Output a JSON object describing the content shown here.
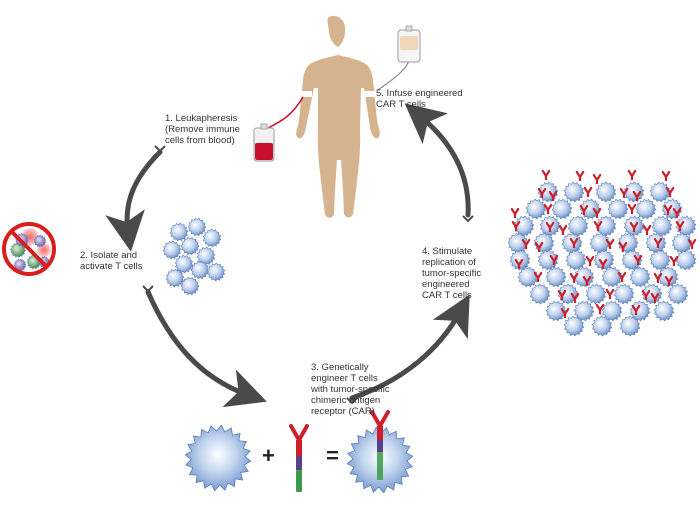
{
  "steps": [
    {
      "lines": [
        "1. Leukapheresis",
        "(Remove immune",
        "cells from blood)"
      ]
    },
    {
      "lines": [
        "2. Isolate and",
        "activate T cells"
      ]
    },
    {
      "lines": [
        "3. Genetically",
        "engineer T cells",
        "with tumor-specific",
        "chimeric antigen",
        "receptor (CAR)"
      ]
    },
    {
      "lines": [
        "4. Stimulate",
        "replication of",
        "tumor-specific",
        "engineered",
        "CAR T cells"
      ]
    },
    {
      "lines": [
        "5. Infuse engineered",
        "CAR T cells"
      ]
    }
  ],
  "equation": {
    "plus": "+",
    "equals": "="
  },
  "icons": [
    "human-figure",
    "blood-bag",
    "infusion-bag",
    "prohibited-cells",
    "t-cell",
    "car-receptor",
    "car-t-cell",
    "cycle-arrow"
  ],
  "colors": {
    "body": "#d4b08c",
    "cell_core": "#ffffff",
    "cell_edge": "#6f93c7",
    "receptor_red": "#cc1f2b",
    "receptor_purple": "#5b3f8c",
    "receptor_green": "#3a9a45",
    "arrow": "#555555",
    "blood": "#c8102e",
    "prohibit_red": "#d81e1e"
  }
}
